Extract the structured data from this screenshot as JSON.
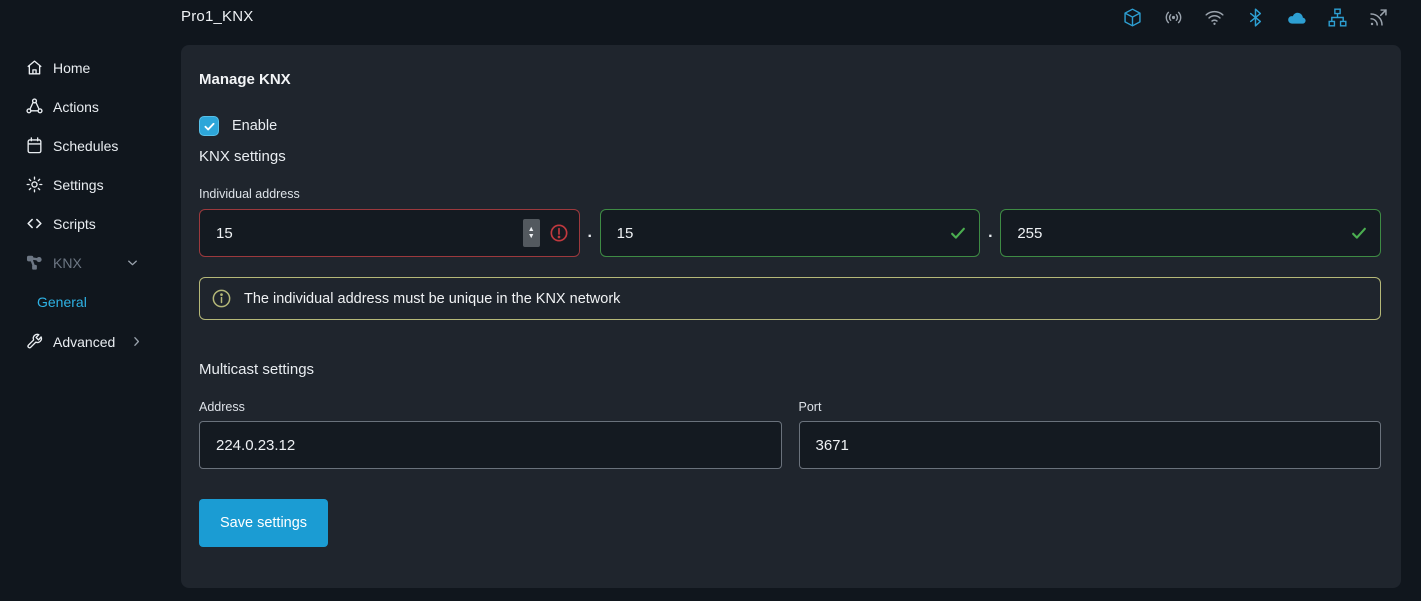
{
  "header": {
    "title": "Pro1_KNX",
    "status_icons": [
      {
        "name": "cube-icon",
        "color": "#2d9fd2"
      },
      {
        "name": "broadcast-icon",
        "color": "#9aa3ad"
      },
      {
        "name": "wifi-icon",
        "color": "#9aa3ad"
      },
      {
        "name": "bluetooth-icon",
        "color": "#2d9fd2"
      },
      {
        "name": "cloud-icon",
        "color": "#2d9fd2"
      },
      {
        "name": "network-icon",
        "color": "#2d9fd2"
      },
      {
        "name": "nfc-icon",
        "color": "#9aa3ad"
      }
    ]
  },
  "sidebar": {
    "items": [
      {
        "label": "Home",
        "icon": "home-icon"
      },
      {
        "label": "Actions",
        "icon": "actions-icon"
      },
      {
        "label": "Schedules",
        "icon": "calendar-icon"
      },
      {
        "label": "Settings",
        "icon": "gear-icon"
      },
      {
        "label": "Scripts",
        "icon": "code-icon"
      },
      {
        "label": "KNX",
        "icon": "knx-icon",
        "expanded": true
      },
      {
        "label": "General",
        "type": "sub-item",
        "active": true
      },
      {
        "label": "Advanced",
        "icon": "wrench-icon",
        "collapsed": true
      }
    ]
  },
  "main": {
    "heading": "Manage KNX",
    "enable": {
      "label": "Enable",
      "checked": true
    },
    "knx_settings_heading": "KNX settings",
    "individual_address": {
      "label": "Individual address",
      "separator": ".",
      "fields": [
        {
          "value": "15",
          "state": "error"
        },
        {
          "value": "15",
          "state": "valid"
        },
        {
          "value": "255",
          "state": "valid"
        }
      ]
    },
    "info_message": "The individual address must be unique in the KNX network",
    "multicast": {
      "heading": "Multicast settings",
      "address": {
        "label": "Address",
        "value": "224.0.23.12"
      },
      "port": {
        "label": "Port",
        "value": "3671"
      }
    },
    "save_button_label": "Save settings"
  },
  "colors": {
    "accent": "#1b9cd3",
    "error": "#9c393d",
    "success": "#3e8b44",
    "warning_border": "#b5b878",
    "panel_bg": "#1f252d",
    "page_bg": "#10161d"
  }
}
